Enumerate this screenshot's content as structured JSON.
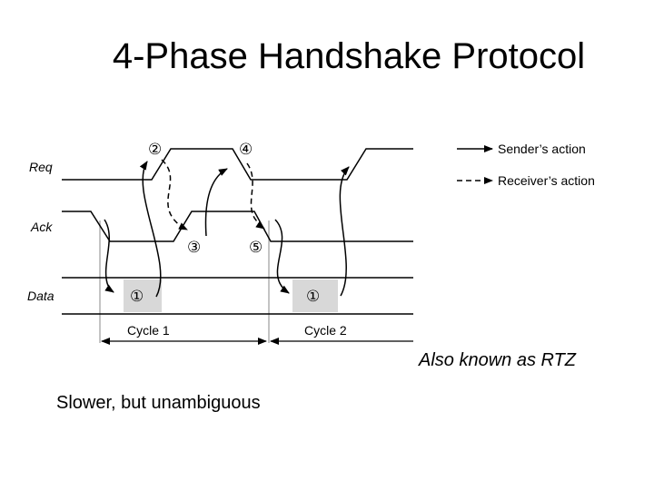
{
  "title": "4-Phase Handshake Protocol",
  "signals": {
    "req": "Req",
    "ack": "Ack",
    "data": "Data"
  },
  "events": {
    "e1": "①",
    "e2": "②",
    "e3": "③",
    "e4": "④",
    "e5": "⑤"
  },
  "cycles": {
    "c1": "Cycle 1",
    "c2": "Cycle 2"
  },
  "legend": {
    "sender": "Sender’s action",
    "receiver": "Receiver’s action"
  },
  "notes": {
    "rtz": "Also known as RTZ",
    "tradeoff": "Slower, but unambiguous"
  },
  "colors": {
    "line": "#000000",
    "data_highlight": "#d8d8d8",
    "guide": "#b0b0b0"
  }
}
